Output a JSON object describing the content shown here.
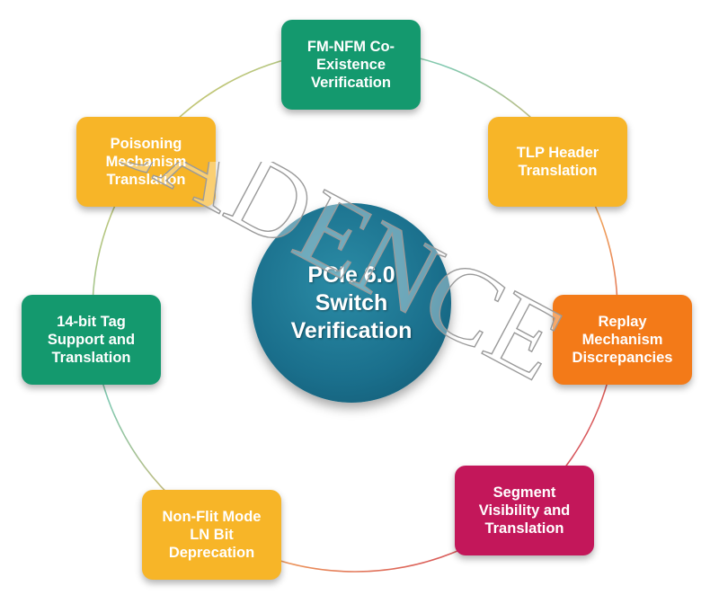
{
  "colors": {
    "green": "#14996e",
    "yellow": "#f7b528",
    "orange": "#f37a18",
    "magenta": "#c3175a",
    "center": "#1a6f8c"
  },
  "center": {
    "label": "PCIe 6.0\nSwitch\nVerification"
  },
  "nodes": [
    {
      "label": "FM-NFM Co-\nExistence\nVerification",
      "color": "green"
    },
    {
      "label": "TLP Header\nTranslation",
      "color": "yellow"
    },
    {
      "label": "Replay\nMechanism\nDiscrepancies",
      "color": "orange"
    },
    {
      "label": "Segment\nVisibility and\nTranslation",
      "color": "magenta"
    },
    {
      "label": "Non-Flit Mode\nLN Bit\nDeprecation",
      "color": "yellow"
    },
    {
      "label": "14-bit Tag\nSupport and\nTranslation",
      "color": "green"
    },
    {
      "label": "Poisoning\nMechanism\nTranslation",
      "color": "yellow"
    }
  ],
  "watermark": "CADENCE"
}
